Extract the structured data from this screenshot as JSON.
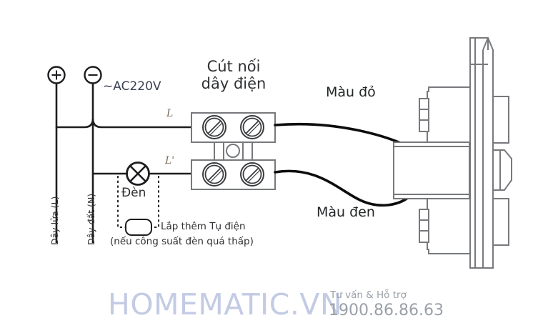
{
  "diagram": {
    "title_connector": "Cút nối\ndây điện",
    "supply_label": "~AC220V",
    "terminal_plus": "+",
    "terminal_minus": "−",
    "wire_label_live": "L",
    "wire_label_switched": "L'",
    "lamp_label": "Đèn",
    "vertical_live": "Dây lửa (L)",
    "vertical_neutral": "Dây đất (N)",
    "capacitor_note_line1": "Lắp thêm Tụ điện",
    "capacitor_note_line2": "(nếu công suất đèn quá thấp)",
    "wire_red_label": "Màu đỏ",
    "wire_black_label": "Màu đen"
  },
  "footer": {
    "brand": "HOMEMATIC.VN",
    "support_label": "Tư vấn & Hỗ trợ",
    "phone": "1900.86.86.63"
  },
  "colors": {
    "line": "#1c1d1f",
    "device_outline": "#77797c",
    "accent_text": "#3a4253",
    "brand": "#c3cbe4",
    "support": "#9aa0a8",
    "wire_label": "#7a6a5c"
  }
}
